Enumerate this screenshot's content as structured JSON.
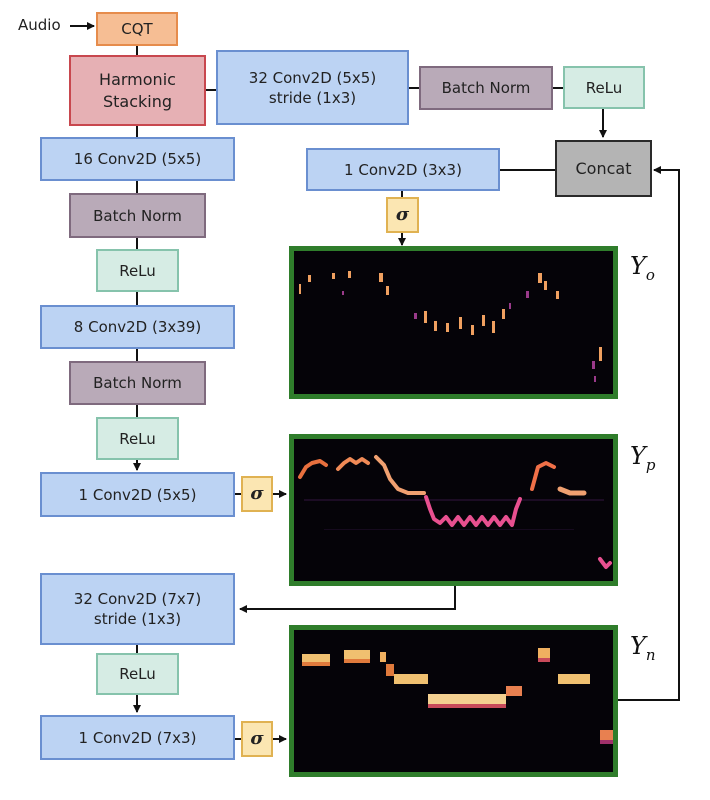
{
  "input": {
    "label": "Audio"
  },
  "blocks": {
    "cqt": "CQT",
    "harmonic_stacking": "Harmonic\nStacking",
    "top_conv": "32 Conv2D (5x5)\nstride (1x3)",
    "top_bn": "Batch Norm",
    "top_relu": "ReLu",
    "concat": "Concat",
    "onset_conv": "1 Conv2D (3x3)",
    "conv16": "16 Conv2D (5x5)",
    "bn1": "Batch Norm",
    "relu1": "ReLu",
    "conv8": "8 Conv2D (3x39)",
    "bn2": "Batch Norm",
    "relu2": "ReLu",
    "pitch_conv": "1 Conv2D (5x5)",
    "conv32": "32 Conv2D (7x7)\nstride (1x3)",
    "relu3": "ReLu",
    "note_conv": "1 Conv2D (7x3)"
  },
  "sigmoid_symbol": "σ",
  "outputs": {
    "onset": {
      "symbol": "Y",
      "subscript": "o"
    },
    "pitch": {
      "symbol": "Y",
      "subscript": "p"
    },
    "note": {
      "symbol": "Y",
      "subscript": "n"
    }
  },
  "colors": {
    "conv_fill": "#bcd3f3",
    "conv_border": "#6a8fd0",
    "norm_fill": "#b9aab8",
    "relu_fill": "#d6ece4",
    "cqt_fill": "#f6be94",
    "harmonic_fill": "#e6b0b4",
    "concat_fill": "#b4b4b4",
    "sigmoid_fill": "#fbe6b2",
    "panel_border": "#2f7d2b",
    "panel_bg": "#050308"
  }
}
